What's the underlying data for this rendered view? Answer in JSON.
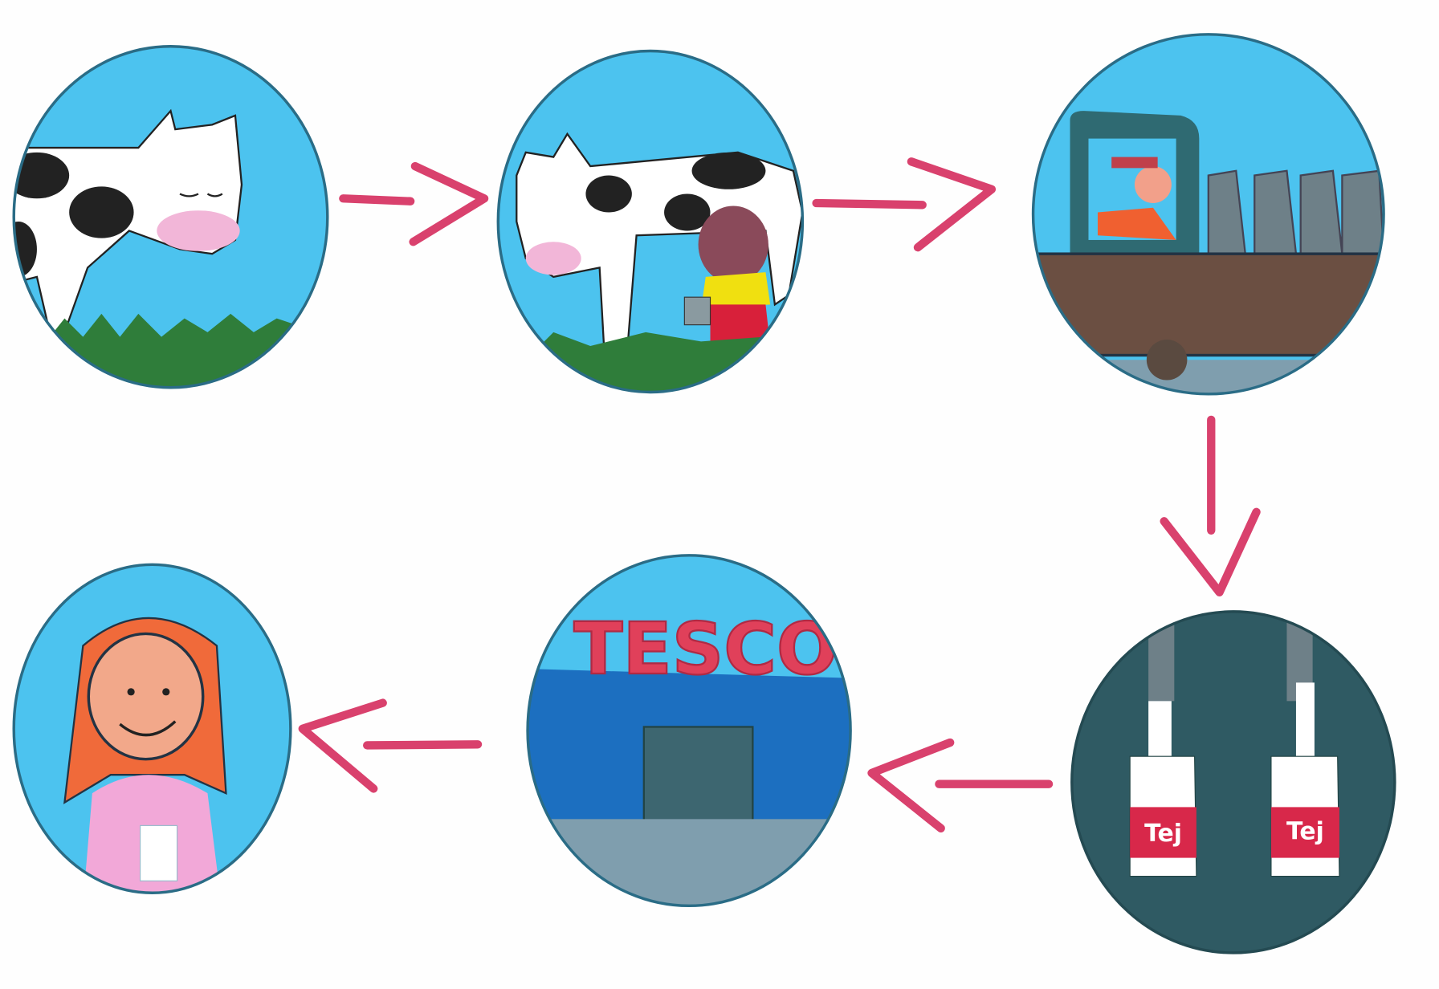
{
  "diagram": {
    "steps": [
      {
        "id": "cow-grazing"
      },
      {
        "id": "cow-milking"
      },
      {
        "id": "milk-truck"
      },
      {
        "id": "milk-cartons",
        "labels": [
          "Tej",
          "Tej"
        ]
      },
      {
        "id": "supermarket",
        "sign": "TESCO"
      },
      {
        "id": "girl-with-milk"
      }
    ]
  },
  "colors": {
    "sky": "#4cc3ef",
    "grass": "#2f7d3a",
    "arrow": "#d9416d",
    "dark": "#2f5a63",
    "tesco_red": "#e0405a",
    "store_blue": "#1c6fc0"
  }
}
